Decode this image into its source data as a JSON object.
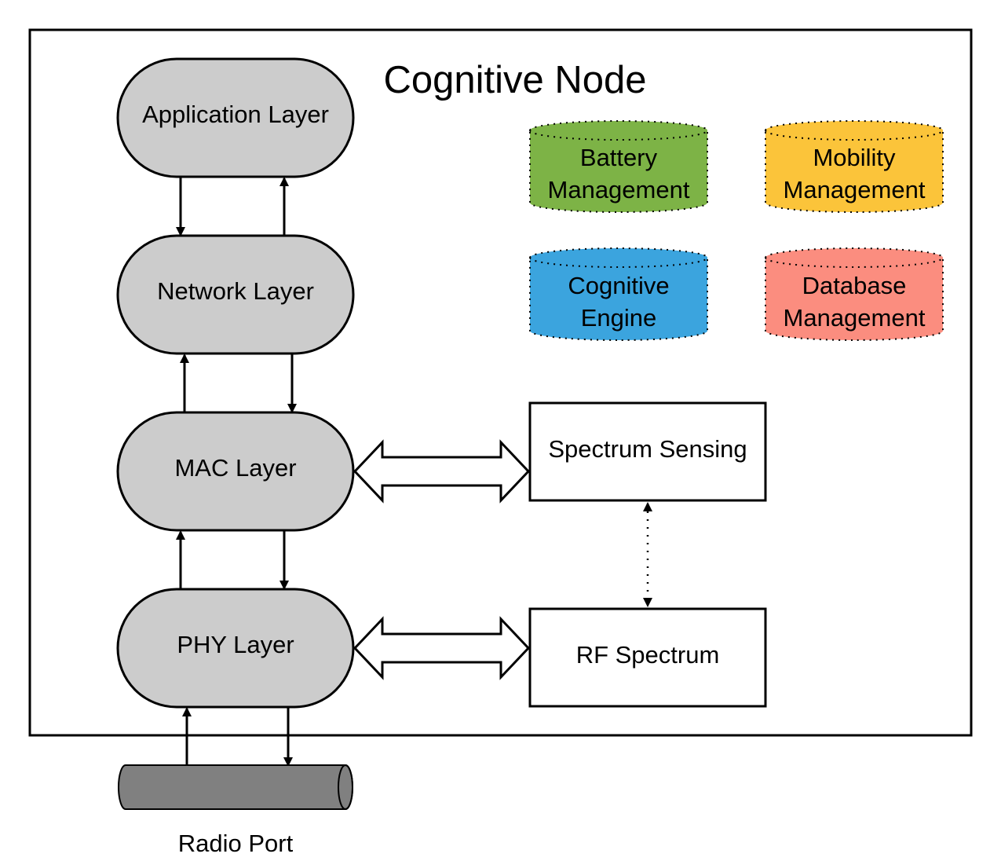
{
  "title": "Cognitive Node",
  "layers": [
    {
      "id": "application",
      "label": "Application Layer"
    },
    {
      "id": "network",
      "label": "Network Layer"
    },
    {
      "id": "mac",
      "label": "MAC Layer"
    },
    {
      "id": "phy",
      "label": "PHY Layer"
    }
  ],
  "modules": [
    {
      "id": "battery",
      "lines": [
        "Battery",
        "Management"
      ],
      "color": "#7db346"
    },
    {
      "id": "mobility",
      "lines": [
        "Mobility",
        "Management"
      ],
      "color": "#fbc43a"
    },
    {
      "id": "cognitive",
      "lines": [
        "Cognitive",
        "Engine"
      ],
      "color": "#3ba4de"
    },
    {
      "id": "database",
      "lines": [
        "Database",
        "Management"
      ],
      "color": "#fb8d7f"
    }
  ],
  "boxes": {
    "spectrum_sensing": "Spectrum Sensing",
    "rf_spectrum": "RF Spectrum"
  },
  "radio_port": {
    "label": "Radio Port",
    "color": "#808080"
  },
  "layer_fill": "#cccccc"
}
